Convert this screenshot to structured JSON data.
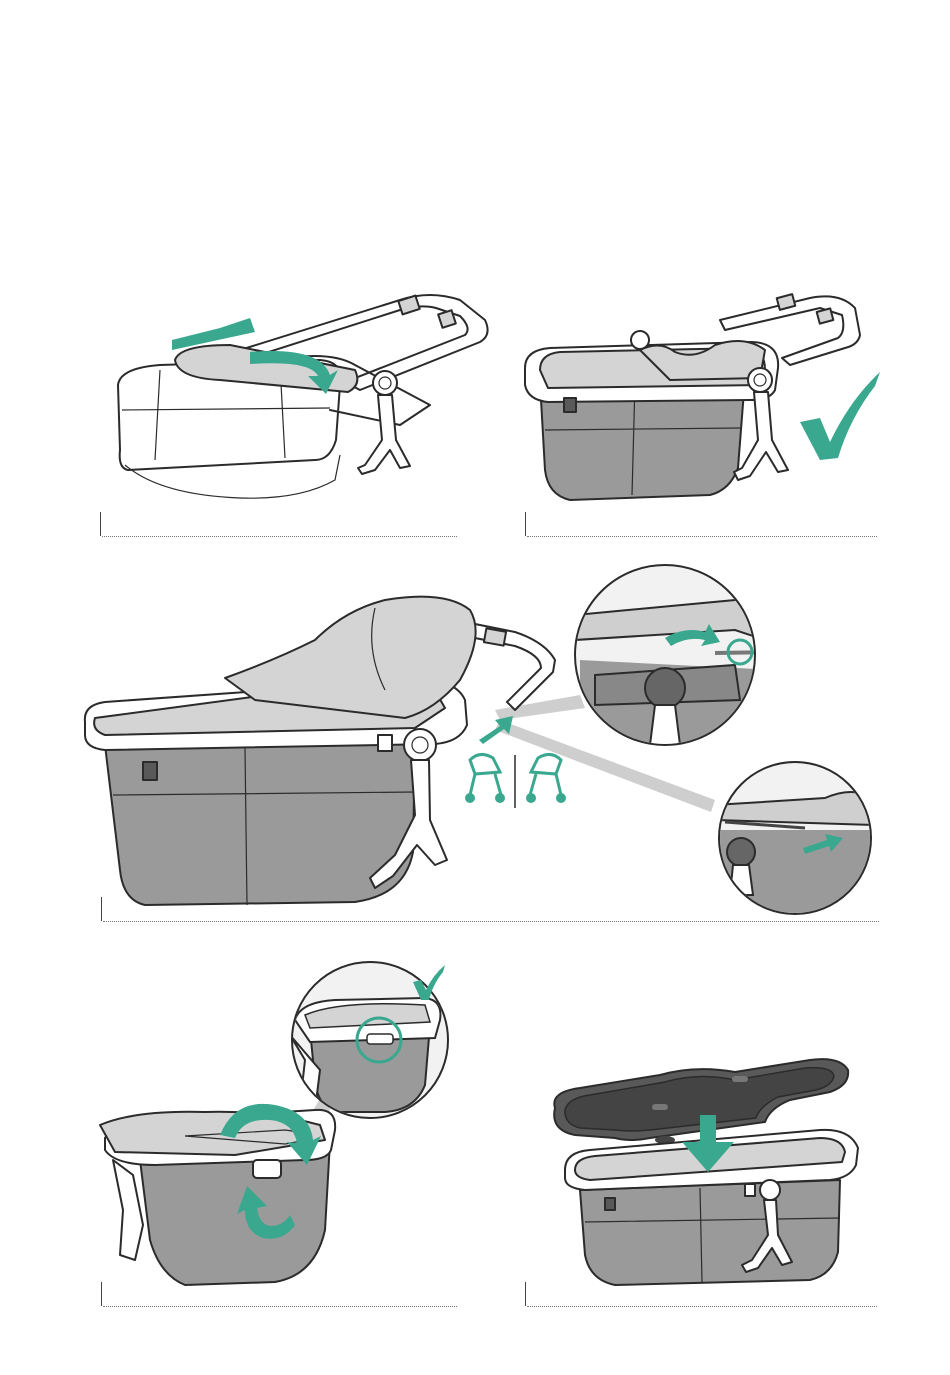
{
  "colors": {
    "accent": "#3aa88e",
    "fabric_light": "#d4d4d4",
    "fabric_mid": "#9a9a9a",
    "cover_dark": "#595959",
    "outline": "#2b2b2b",
    "rule": "#777777"
  },
  "panels": [
    {
      "step": "remove-frame",
      "icons": [
        "rotate-arrow-icon"
      ]
    },
    {
      "step": "carrycot-correct",
      "icons": [
        "checkmark-icon"
      ]
    },
    {
      "step": "carrycot-attach",
      "icons": [
        "push-arrow-icon",
        "stroller-facing-icon",
        "stroller-reverse-icon",
        "detail-zoom-icon"
      ]
    },
    {
      "step": "fold-hood-fabric",
      "icons": [
        "curved-arrow-icon",
        "checkmark-icon",
        "detail-zoom-icon"
      ]
    },
    {
      "step": "place-apron-cover",
      "icons": [
        "down-arrow-icon"
      ]
    }
  ]
}
